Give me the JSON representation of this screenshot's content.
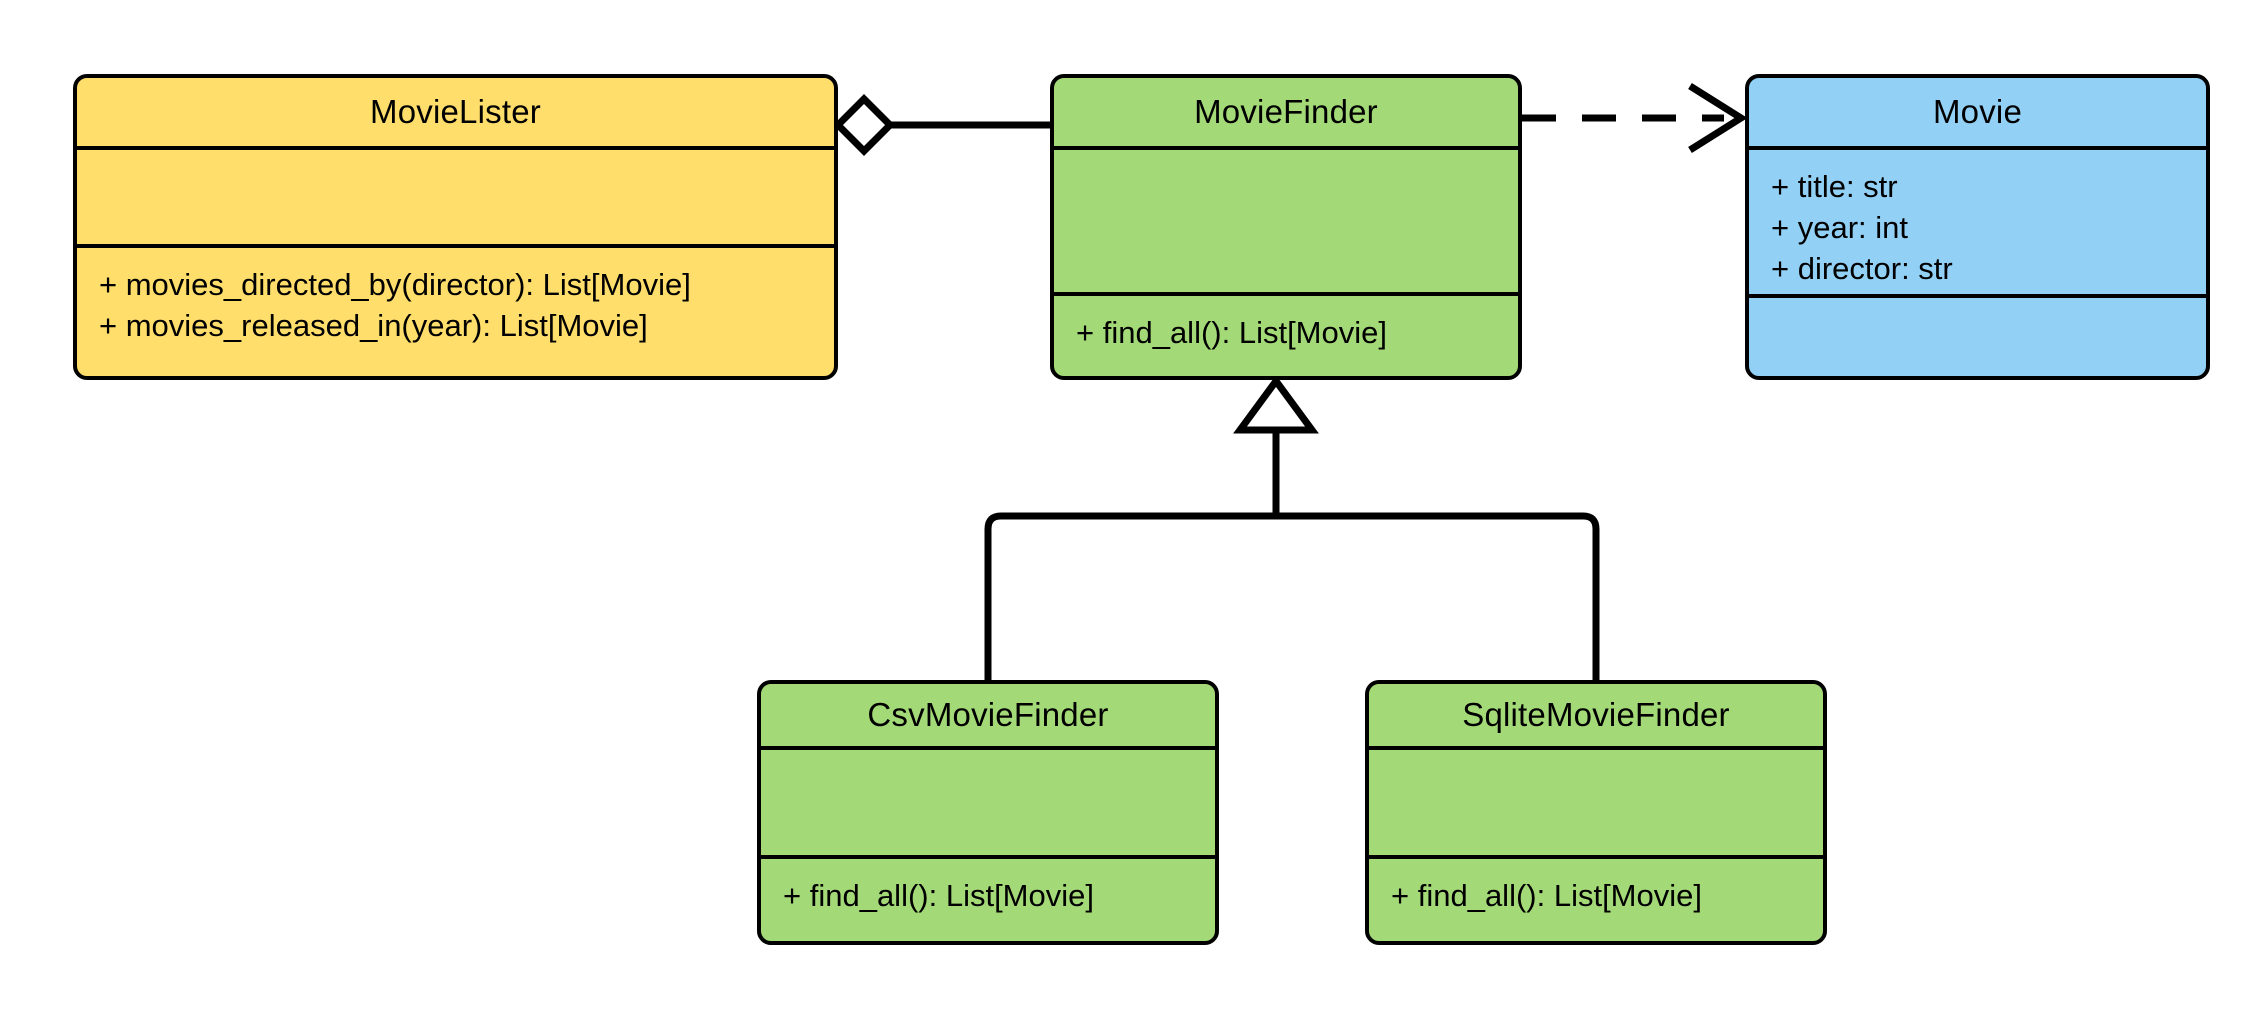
{
  "diagram": {
    "type": "uml-class-diagram",
    "background": "#ffffff",
    "line_color": "#000000"
  },
  "palette": {
    "yellow": "#ffde6b",
    "green": "#a3d977",
    "blue": "#92d0f5",
    "stroke": "#000000",
    "fill_white": "#ffffff"
  },
  "classes": [
    {
      "id": "movie-lister",
      "name": "MovieLister",
      "color": "#ffde6b",
      "attributes": [],
      "methods": [
        "+ movies_directed_by(director): List[Movie]",
        "+ movies_released_in(year): List[Movie]"
      ]
    },
    {
      "id": "movie-finder",
      "name": "MovieFinder",
      "color": "#a3d977",
      "attributes": [],
      "methods": [
        "+ find_all(): List[Movie]"
      ]
    },
    {
      "id": "movie",
      "name": "Movie",
      "color": "#92d0f5",
      "attributes": [
        "+ title: str",
        "+ year: int",
        "+ director: str"
      ],
      "methods": []
    },
    {
      "id": "csv-movie-finder",
      "name": "CsvMovieFinder",
      "color": "#a3d977",
      "attributes": [],
      "methods": [
        "+ find_all(): List[Movie]"
      ]
    },
    {
      "id": "sqlite-movie-finder",
      "name": "SqliteMovieFinder",
      "color": "#a3d977",
      "attributes": [],
      "methods": [
        "+ find_all(): List[Movie]"
      ]
    }
  ],
  "relationships": [
    {
      "id": "lister-finder-aggregation",
      "type": "aggregation",
      "from": "MovieLister",
      "to": "MovieFinder",
      "style": "solid",
      "source_decoration": "hollow-diamond",
      "target_decoration": "none"
    },
    {
      "id": "finder-movie-dependency",
      "type": "dependency",
      "from": "MovieFinder",
      "to": "Movie",
      "style": "dashed",
      "source_decoration": "none",
      "target_decoration": "open-arrow"
    },
    {
      "id": "csv-finder-generalization",
      "type": "generalization",
      "from": "CsvMovieFinder",
      "to": "MovieFinder",
      "style": "solid",
      "source_decoration": "none",
      "target_decoration": "hollow-triangle"
    },
    {
      "id": "sqlite-finder-generalization",
      "type": "generalization",
      "from": "SqliteMovieFinder",
      "to": "MovieFinder",
      "style": "solid",
      "source_decoration": "none",
      "target_decoration": "hollow-triangle"
    }
  ]
}
